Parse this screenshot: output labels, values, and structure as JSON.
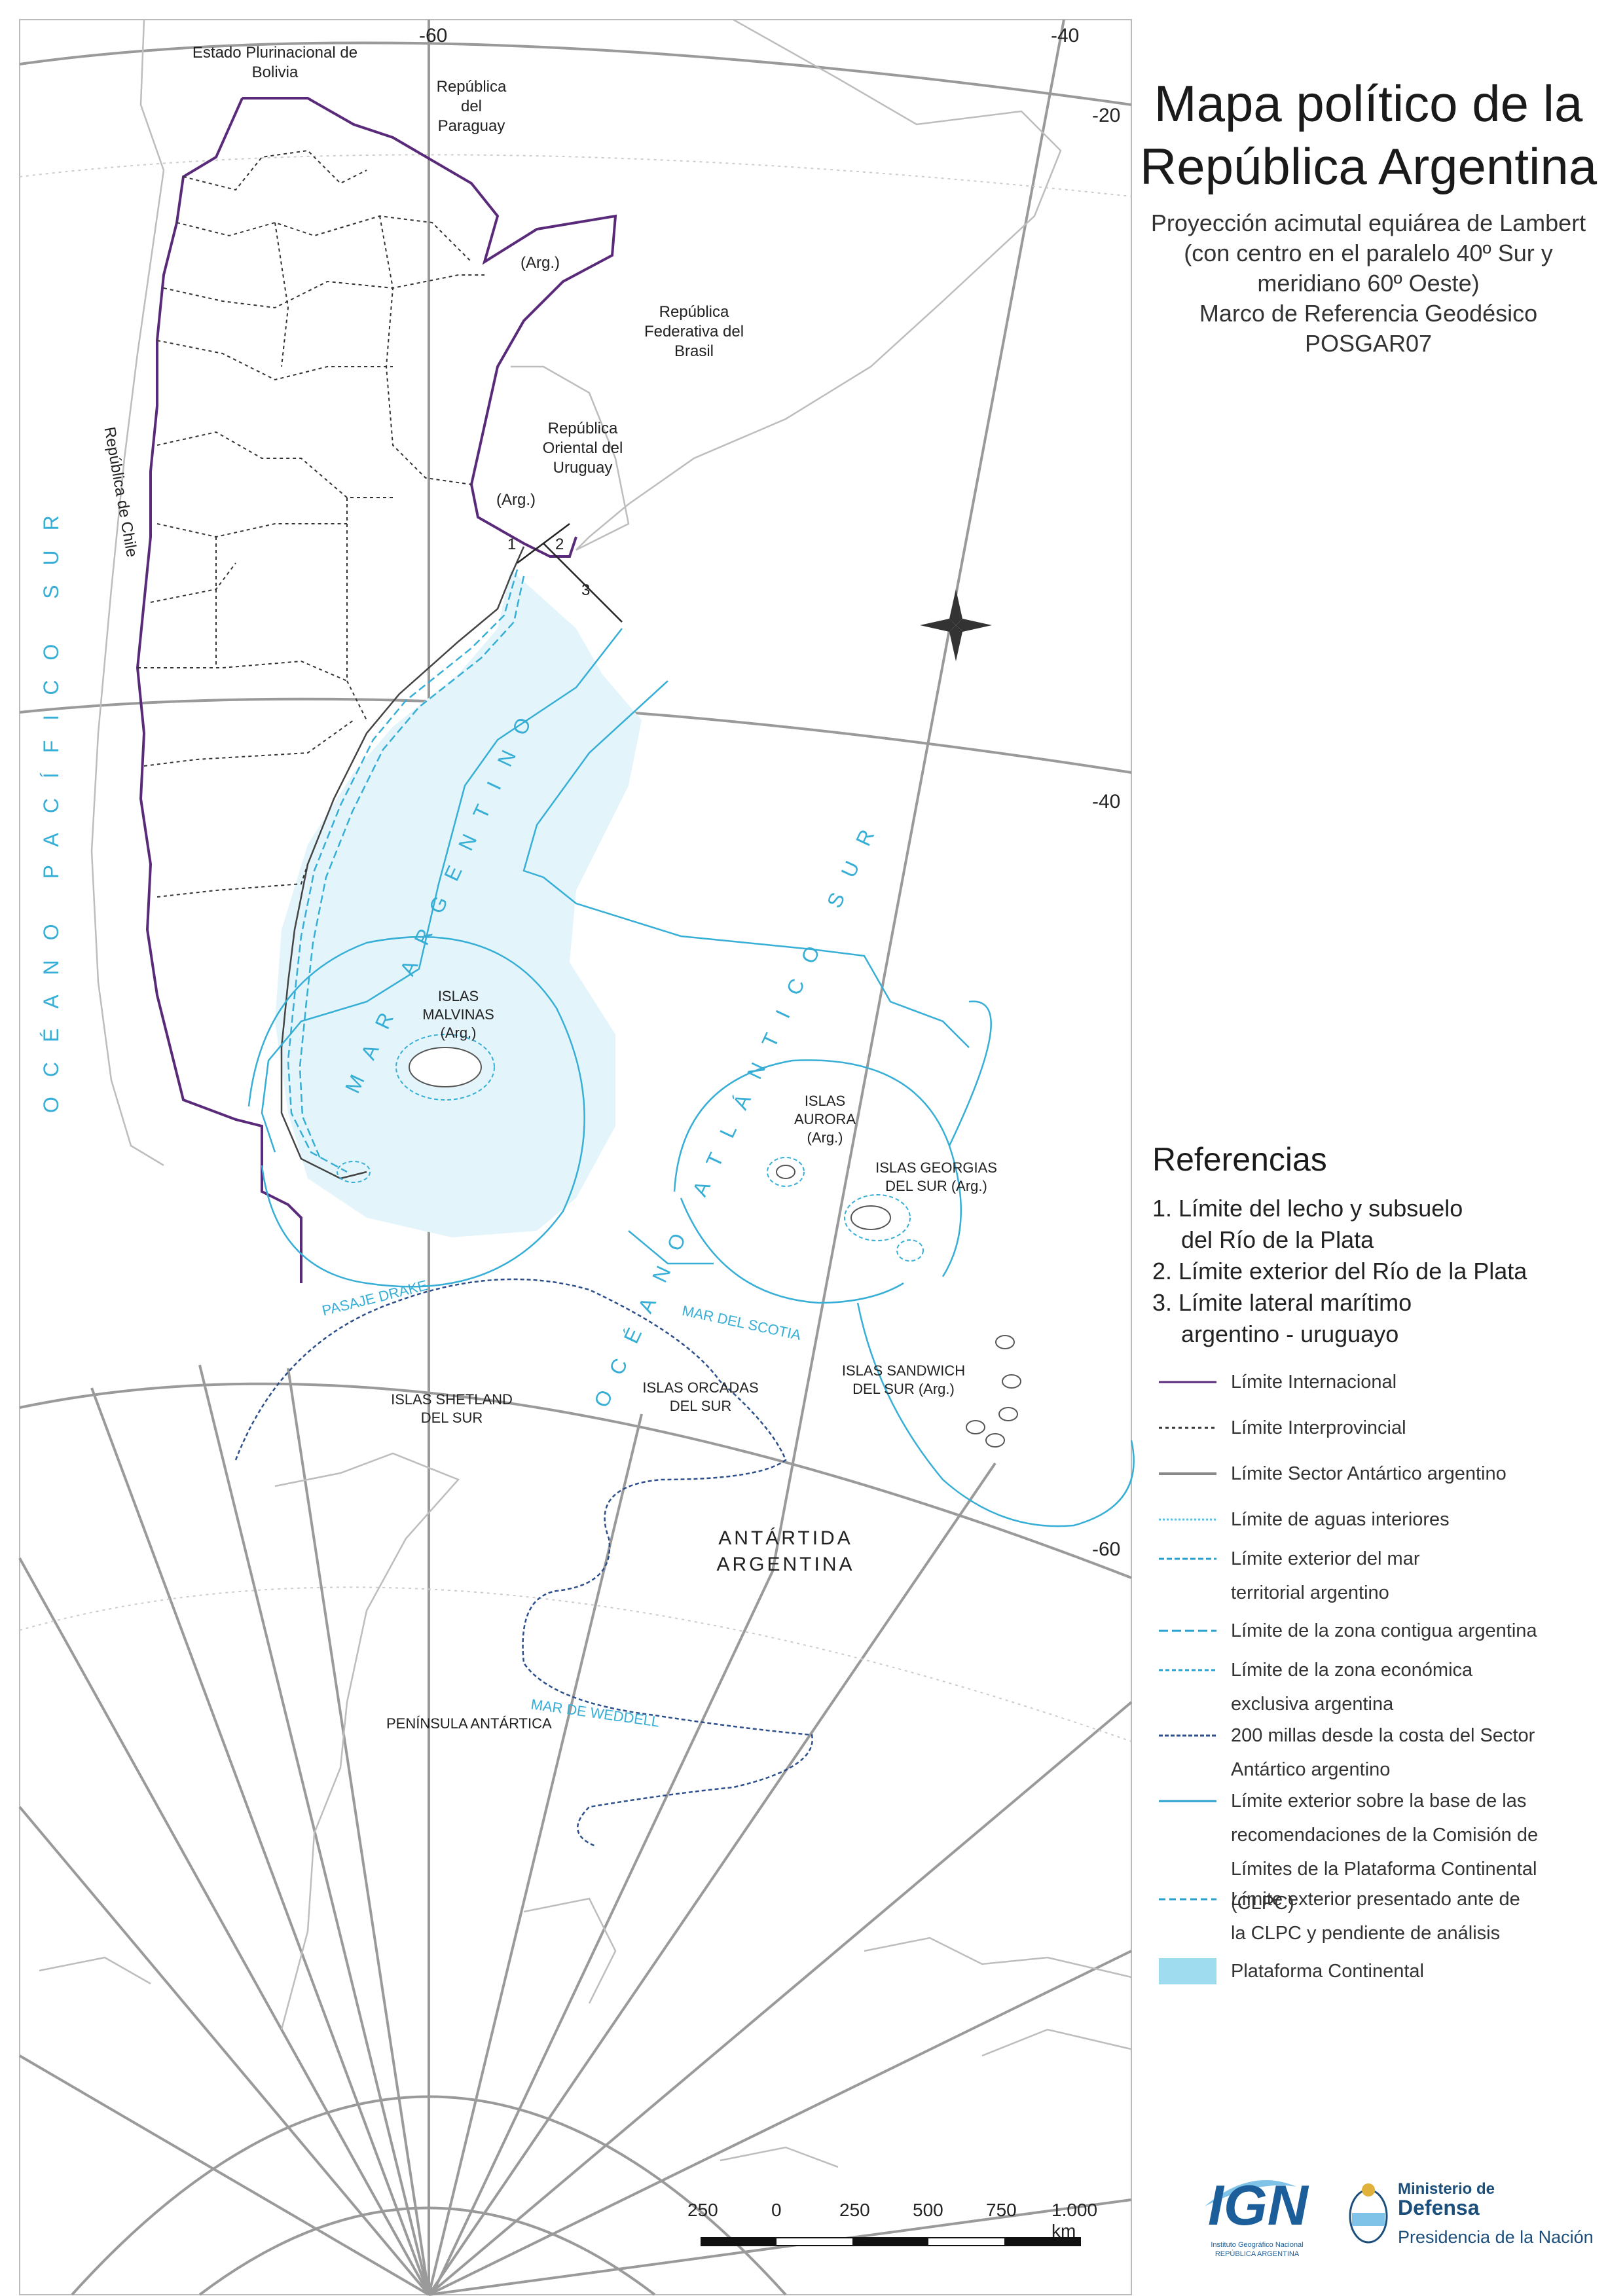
{
  "title": [
    "Mapa político de la",
    "República Argentina"
  ],
  "subtitle": [
    "Proyección acimutal equiárea de Lambert",
    "(con centro en el paralelo 40º Sur y",
    "meridiano 60º Oeste)",
    "Marco de Referencia Geodésico",
    "POSGAR07"
  ],
  "graticule_labels": {
    "lon_60": "-60",
    "lon_40": "-40",
    "lat_20": "-20",
    "lat_40": "-40",
    "lat_60": "-60"
  },
  "labels": {
    "bolivia": [
      "Estado Plurinacional de",
      "Bolivia"
    ],
    "paraguay": [
      "República",
      "del",
      "Paraguay"
    ],
    "brasil": [
      "República",
      "Federativa del",
      "Brasil"
    ],
    "uruguay": [
      "República",
      "Oriental del",
      "Uruguay"
    ],
    "chile": "República de Chile",
    "arg1": "(Arg.)",
    "arg2": "(Arg.)",
    "pacifico": "OCÉANO PACÍFICO SUR",
    "mar_argentino": "MAR ARGENTINO",
    "atlantico": "OCÉANO ATLÁNTICO SUR",
    "malvinas": [
      "ISLAS",
      "MALVINAS",
      "(Arg.)"
    ],
    "aurora": [
      "ISLAS",
      "AURORA",
      "(Arg.)"
    ],
    "georgias": [
      "ISLAS GEORGIAS",
      "DEL SUR (Arg.)"
    ],
    "sandwich": [
      "ISLAS SANDWICH",
      "DEL SUR (Arg.)"
    ],
    "orcadas": [
      "ISLAS ORCADAS",
      "DEL SUR"
    ],
    "shetland": [
      "ISLAS SHETLAND",
      "DEL SUR"
    ],
    "pasaje_drake": "PASAJE DRAKE",
    "mar_scotia": "MAR DEL SCOTIA",
    "mar_weddell": "MAR DE WEDDELL",
    "antartida": [
      "ANTÁRTIDA",
      "ARGENTINA"
    ],
    "peninsula": "PENÍNSULA ANTÁRTICA",
    "num1": "1",
    "num2": "2",
    "num3": "3"
  },
  "references": {
    "title": "Referencias",
    "notes": [
      "1. Límite del lecho y subsuelo",
      "del Río de la Plata",
      "2. Límite exterior del Río de la Plata",
      "3. Límite lateral marítimo",
      "argentino - uruguayo"
    ]
  },
  "legend": [
    {
      "label": "Límite Internacional",
      "symbol": "international",
      "color": "#5a2a7a"
    },
    {
      "label": "Límite Interprovincial",
      "symbol": "interprovincial",
      "color": "#333333"
    },
    {
      "label": "Límite Sector Antártico argentino",
      "symbol": "antarctic-sector",
      "color": "#888888"
    },
    {
      "label": "Límite de aguas interiores",
      "symbol": "interior-waters",
      "color": "#5bc0de"
    },
    {
      "label": "Límite exterior del mar territorial argentino",
      "symbol": "territorial-sea",
      "color": "#2aa0cf"
    },
    {
      "label": "Límite de la zona contigua argentina",
      "symbol": "contiguous-zone",
      "color": "#2aa0cf"
    },
    {
      "label": "Límite de la zona económica exclusiva argentina",
      "symbol": "eez",
      "color": "#2aa0cf"
    },
    {
      "label": "200 millas desde la costa del Sector Antártico argentino",
      "symbol": "200-miles",
      "color": "#2c4f8c"
    },
    {
      "label": "Límite exterior sobre la base de las recomendaciones de la Comisión de Límites de la Plataforma Continental (CLPC)",
      "symbol": "clpc",
      "color": "#2aa0cf"
    },
    {
      "label": "Límite exterior presentado ante de la CLPC y pendiente de análisis",
      "symbol": "clpc-pending",
      "color": "#2aa0cf"
    },
    {
      "label": "Plataforma Continental",
      "symbol": "shelf",
      "color": "#9fdcf0"
    }
  ],
  "legend_lines": [
    [
      "Límite Internacional"
    ],
    [
      "Límite Interprovincial"
    ],
    [
      "Límite Sector Antártico argentino"
    ],
    [
      "Límite de aguas interiores"
    ],
    [
      "Límite exterior del mar",
      "territorial argentino"
    ],
    [
      "Límite de la zona contigua argentina"
    ],
    [
      "Límite de la zona económica",
      "exclusiva argentina"
    ],
    [
      "200 millas  desde la  costa del Sector",
      "Antártico argentino"
    ],
    [
      "Límite exterior sobre la base de las",
      "recomendaciones de la Comisión de",
      "Límites de la Plataforma Continental (CLPC)"
    ],
    [
      "Límite exterior presentado ante de",
      "la CLPC y pendiente de análisis"
    ],
    [
      "Plataforma Continental"
    ]
  ],
  "scale_bar": {
    "ticks": [
      "250",
      "0",
      "250",
      "500",
      "750",
      "1.000 km"
    ]
  },
  "logos": {
    "ign": "IGN",
    "ign_sub": [
      "Instituto Geográfico Nacional",
      "REPÚBLICA ARGENTINA"
    ],
    "ministerio": [
      "Ministerio de",
      "Defensa"
    ],
    "presidencia": "Presidencia de la Nación"
  }
}
